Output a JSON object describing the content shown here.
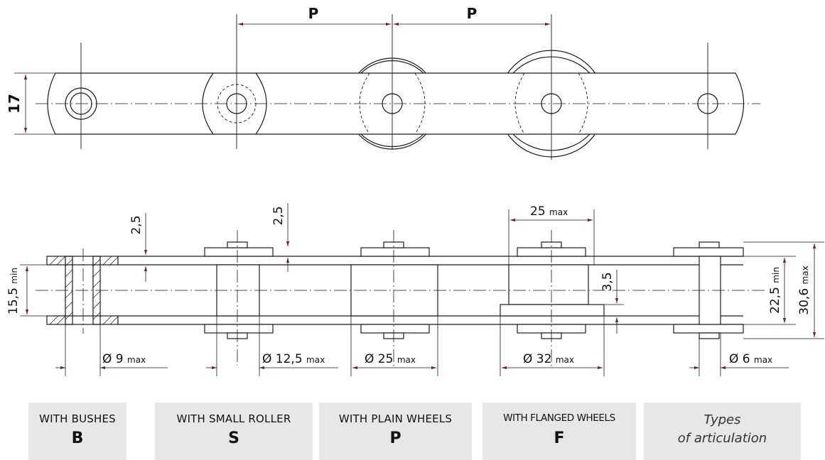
{
  "dimensions": {
    "pitch": "P",
    "plate_height": "17",
    "thickness_left": "2,5",
    "thickness_right": "2,5",
    "wheel_width_value": "25",
    "flange_offset": "3,5",
    "inner_width_value": "15,5",
    "inner_width_right_value": "22,5",
    "overall_width_value": "30,6",
    "bush_dia": "Ø 9",
    "small_roller_dia": "Ø 12,5",
    "plain_wheel_dia": "Ø 25",
    "flanged_wheel_dia": "Ø 32",
    "pin_dia": "Ø 6",
    "suffix_max": "max",
    "suffix_min": "min"
  },
  "types": [
    {
      "label": "WITH BUSHES",
      "code": "B"
    },
    {
      "label": "WITH SMALL ROLLER",
      "code": "S"
    },
    {
      "label": "WITH PLAIN WHEELS",
      "code": "P"
    },
    {
      "label": "WITH FLANGED WHEELS",
      "code": "F"
    }
  ],
  "legend": {
    "line1": "Types",
    "line2": "of articulation"
  },
  "colors": {
    "arrow": "#7a1f1f",
    "box_bg": "#e7e7e7"
  }
}
